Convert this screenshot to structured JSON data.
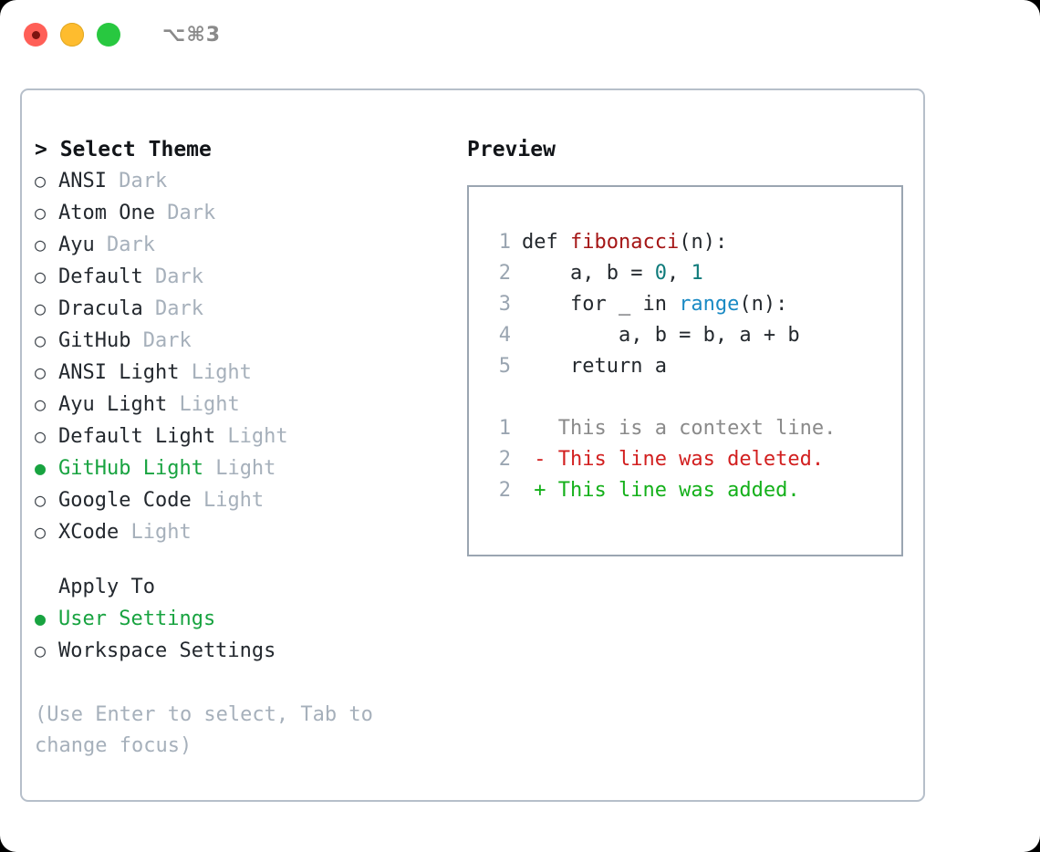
{
  "titlebar": {
    "shortcut": "⌥⌘3",
    "buttons": [
      {
        "name": "close",
        "color": "#ff5f57"
      },
      {
        "name": "minimize",
        "color": "#febc2e"
      },
      {
        "name": "zoom",
        "color": "#28c840"
      }
    ]
  },
  "theme_picker": {
    "title": "> Select Theme",
    "selected_bullet": "●",
    "unselected_bullet": "○",
    "items": [
      {
        "label": "ANSI",
        "tag": "Dark",
        "selected": false
      },
      {
        "label": "Atom One",
        "tag": "Dark",
        "selected": false
      },
      {
        "label": "Ayu",
        "tag": "Dark",
        "selected": false
      },
      {
        "label": "Default",
        "tag": "Dark",
        "selected": false
      },
      {
        "label": "Dracula",
        "tag": "Dark",
        "selected": false
      },
      {
        "label": "GitHub",
        "tag": "Dark",
        "selected": false
      },
      {
        "label": "ANSI Light",
        "tag": "Light",
        "selected": false
      },
      {
        "label": "Ayu Light",
        "tag": "Light",
        "selected": false
      },
      {
        "label": "Default Light",
        "tag": "Light",
        "selected": false
      },
      {
        "label": "GitHub Light",
        "tag": "Light",
        "selected": true
      },
      {
        "label": "Google Code",
        "tag": "Light",
        "selected": false
      },
      {
        "label": "XCode",
        "tag": "Light",
        "selected": false
      }
    ]
  },
  "apply_to": {
    "heading": "Apply To",
    "items": [
      {
        "label": "User Settings",
        "selected": true
      },
      {
        "label": "Workspace Settings",
        "selected": false
      }
    ]
  },
  "hint": "(Use Enter to select, Tab to change focus)",
  "preview": {
    "title": "Preview",
    "code_lines": [
      {
        "num": "1",
        "segments": [
          {
            "text": "def ",
            "style": "plain"
          },
          {
            "text": "fibonacci",
            "style": "fn"
          },
          {
            "text": "(n):",
            "style": "plain"
          }
        ]
      },
      {
        "num": "2",
        "segments": [
          {
            "text": "    a, b = ",
            "style": "plain"
          },
          {
            "text": "0",
            "style": "num"
          },
          {
            "text": ", ",
            "style": "plain"
          },
          {
            "text": "1",
            "style": "num"
          }
        ]
      },
      {
        "num": "3",
        "segments": [
          {
            "text": "    for _ in ",
            "style": "plain"
          },
          {
            "text": "range",
            "style": "builtin"
          },
          {
            "text": "(n):",
            "style": "plain"
          }
        ]
      },
      {
        "num": "4",
        "segments": [
          {
            "text": "        a, b = b, a + b",
            "style": "plain"
          }
        ]
      },
      {
        "num": "5",
        "segments": [
          {
            "text": "    return a",
            "style": "plain"
          }
        ]
      }
    ],
    "diff_lines": [
      {
        "num": "1",
        "marker": " ",
        "text": "This is a context line.",
        "kind": "context"
      },
      {
        "num": "2",
        "marker": "-",
        "text": "This line was deleted.",
        "kind": "deleted"
      },
      {
        "num": "2",
        "marker": "+",
        "text": "This line was added.",
        "kind": "added"
      }
    ]
  },
  "colors": {
    "selected_green": "#18a340",
    "muted_gray": "#a6b0bb",
    "line_number": "#9aa5b1",
    "diff_added": "#14b01a",
    "diff_deleted": "#d21f1f",
    "syntax_function": "#a41515",
    "syntax_number": "#0f7b7b",
    "syntax_builtin": "#1a8ac4",
    "panel_border": "#b6bfca",
    "preview_border": "#9aa5b1"
  }
}
